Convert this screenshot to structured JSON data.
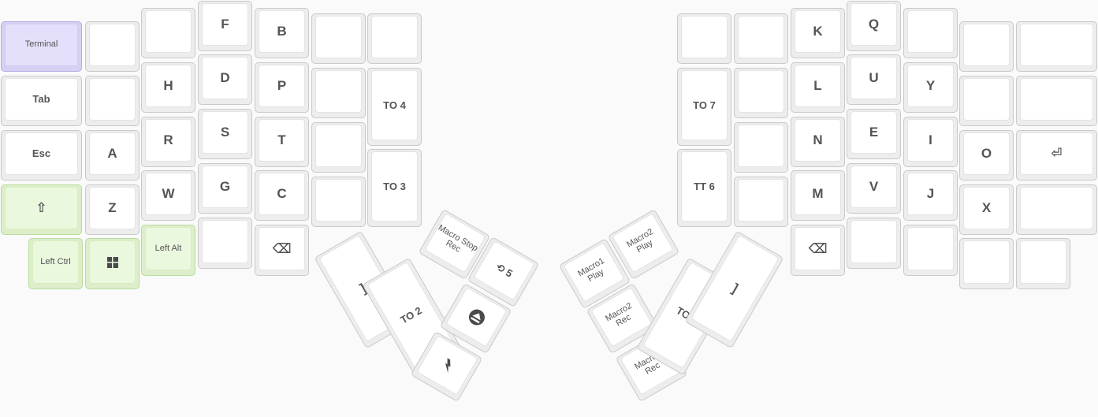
{
  "keyboard": {
    "left": {
      "terminal": "Terminal",
      "tab": "Tab",
      "esc": "Esc",
      "shift": "⇧",
      "left_ctrl": "Left Ctrl",
      "left_alt": "Left Alt",
      "h": "H",
      "r": "R",
      "w": "W",
      "f": "F",
      "d": "D",
      "s": "S",
      "g": "G",
      "b": "B",
      "p": "P",
      "t": "T",
      "c": "C",
      "a": "A",
      "z": "Z",
      "backspace": "⌫",
      "to4": "TO 4",
      "to3": "TO 3"
    },
    "right": {
      "k": "K",
      "l": "L",
      "n": "N",
      "m": "M",
      "q": "Q",
      "u": "U",
      "e": "E",
      "v": "V",
      "y": "Y",
      "i": "I",
      "j": "J",
      "o": "O",
      "x": "X",
      "enter": "⏎",
      "backspace": "⌫",
      "to7": "TO 7",
      "tt6": "TT 6"
    },
    "thumb_left": {
      "bracket": "]",
      "macro_stop_rec": "Macro Stop\nRec",
      "layer5": "⟲ 5",
      "to2": "TO 2"
    },
    "thumb_right": {
      "macro1_play": "Macro1\nPlay",
      "macro2_play": "Macro2\nPlay",
      "macro2_rec": "Macro2 Rec",
      "macro1_rec": "Macro1 Rec",
      "to1": "TO 1",
      "bracket": "]"
    },
    "icons": {
      "windows": "windows-icon",
      "eject": "eject-icon",
      "bolt": "bolt-icon"
    },
    "colors": {
      "purple_key": "#e4e0fb",
      "green_key": "#eaf8de",
      "key": "#ffffff",
      "text": "#545454"
    }
  }
}
